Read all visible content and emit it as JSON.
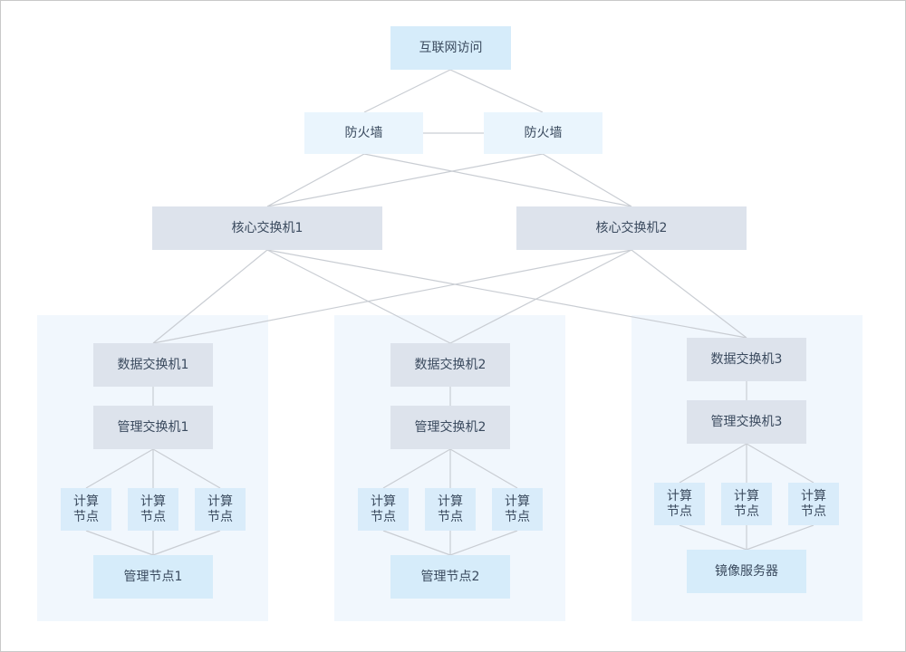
{
  "diagram": {
    "internet": "互联网访问",
    "firewall_1": "防火墙",
    "firewall_2": "防火墙",
    "core_switch_1": "核心交换机1",
    "core_switch_2": "核心交换机2",
    "groups": [
      {
        "data_switch": "数据交换机1",
        "mgmt_switch": "管理交换机1",
        "compute_nodes": [
          "计算\n节点",
          "计算\n节点",
          "计算\n节点"
        ],
        "bottom": "管理节点1"
      },
      {
        "data_switch": "数据交换机2",
        "mgmt_switch": "管理交换机2",
        "compute_nodes": [
          "计算\n节点",
          "计算\n节点",
          "计算\n节点"
        ],
        "bottom": "管理节点2"
      },
      {
        "data_switch": "数据交换机3",
        "mgmt_switch": "管理交换机3",
        "compute_nodes": [
          "计算\n节点",
          "计算\n节点",
          "计算\n节点"
        ],
        "bottom": "镜像服务器"
      }
    ]
  },
  "colors": {
    "line": "#c9cdd3",
    "group_bg": "#f1f7fd",
    "node_blue": "#d6ecfa",
    "node_gray": "#dde3ec",
    "text": "#3a4a5e"
  }
}
